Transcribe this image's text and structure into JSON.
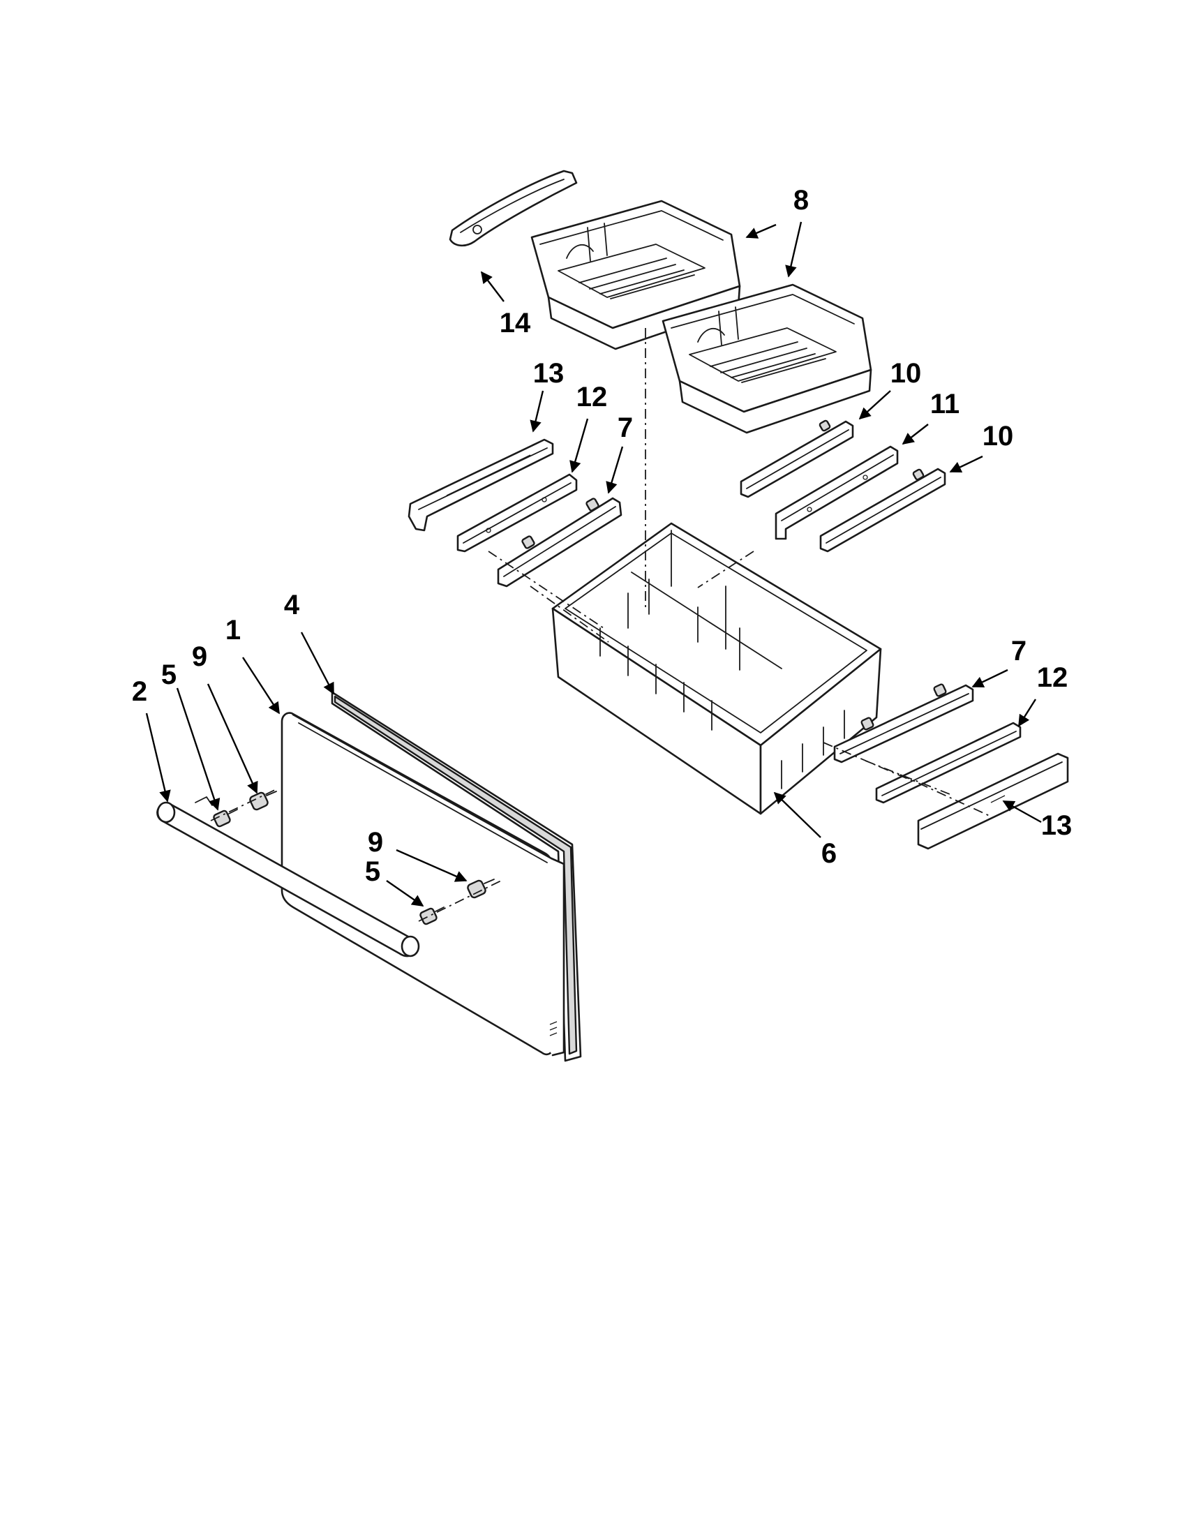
{
  "callouts": [
    {
      "id": "c8",
      "label": "8"
    },
    {
      "id": "c14",
      "label": "14"
    },
    {
      "id": "c13a",
      "label": "13"
    },
    {
      "id": "c12a",
      "label": "12"
    },
    {
      "id": "c7a",
      "label": "7"
    },
    {
      "id": "c10a",
      "label": "10"
    },
    {
      "id": "c11",
      "label": "11"
    },
    {
      "id": "c10b",
      "label": "10"
    },
    {
      "id": "c4",
      "label": "4"
    },
    {
      "id": "c1",
      "label": "1"
    },
    {
      "id": "c9a",
      "label": "9"
    },
    {
      "id": "c5a",
      "label": "5"
    },
    {
      "id": "c2",
      "label": "2"
    },
    {
      "id": "c9b",
      "label": "9"
    },
    {
      "id": "c5b",
      "label": "5"
    },
    {
      "id": "c7b",
      "label": "7"
    },
    {
      "id": "c12b",
      "label": "12"
    },
    {
      "id": "c13b",
      "label": "13"
    },
    {
      "id": "c6",
      "label": "6"
    }
  ]
}
